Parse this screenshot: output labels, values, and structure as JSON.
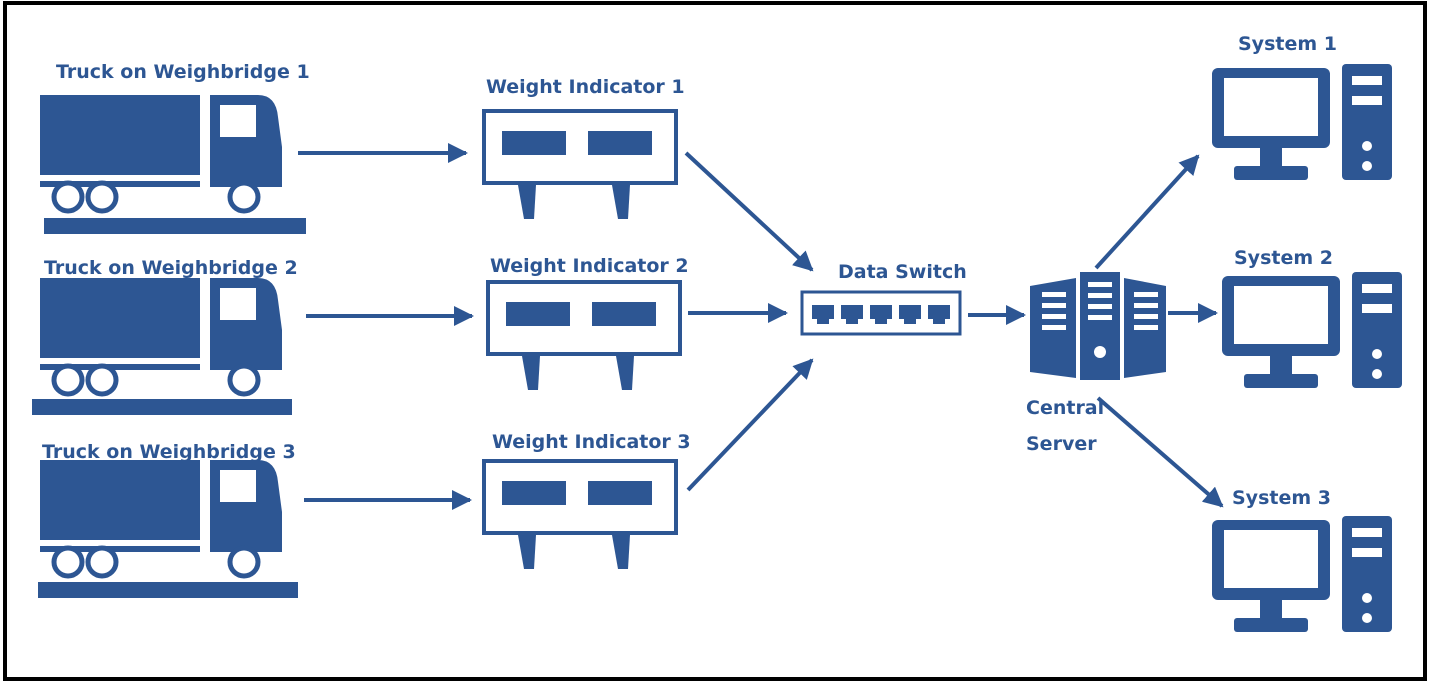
{
  "trucks": [
    {
      "label": "Truck on Weighbridge 1"
    },
    {
      "label": "Truck on Weighbridge 2"
    },
    {
      "label": "Truck on Weighbridge 3"
    }
  ],
  "indicators": [
    {
      "label": "Weight Indicator 1"
    },
    {
      "label": "Weight Indicator 2"
    },
    {
      "label": "Weight Indicator 3"
    }
  ],
  "switch": {
    "label": "Data Switch"
  },
  "server": {
    "label_line1": "Central",
    "label_line2": "Server"
  },
  "systems": [
    {
      "label": "System 1"
    },
    {
      "label": "System 2"
    },
    {
      "label": "System 3"
    }
  ],
  "colors": {
    "primary": "#2d5693",
    "border": "#000000",
    "background": "#ffffff"
  }
}
